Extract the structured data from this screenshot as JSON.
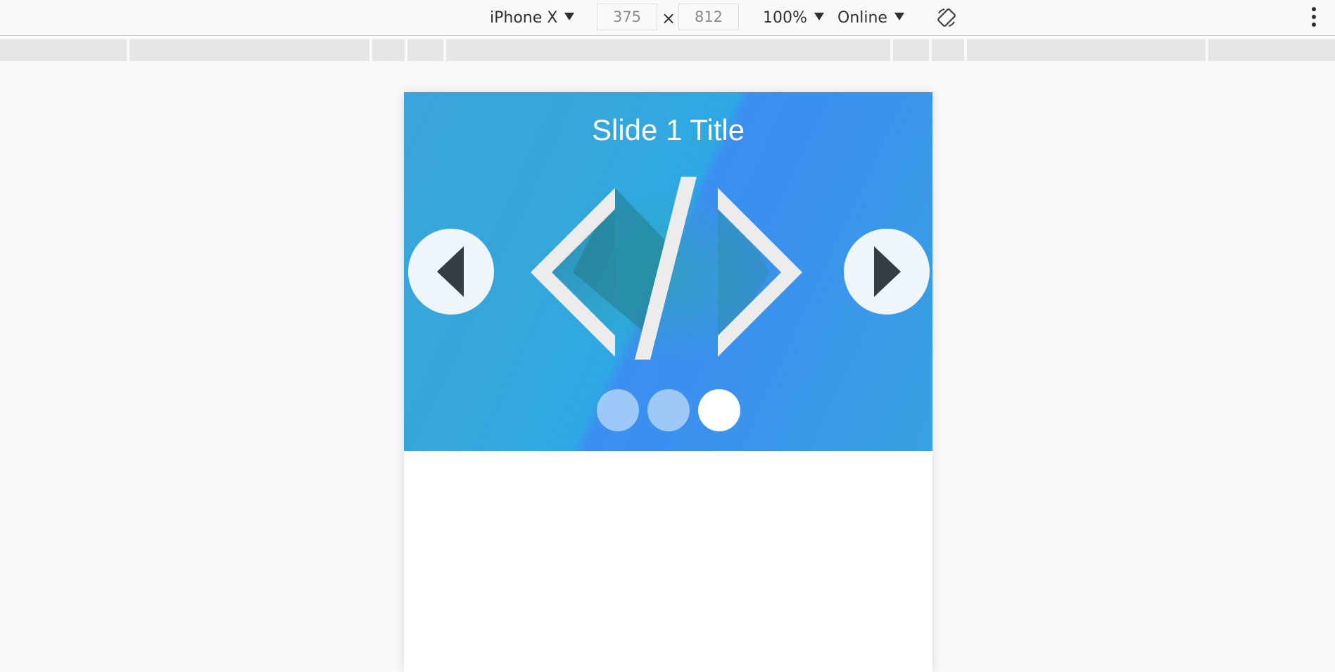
{
  "toolbar": {
    "device": "iPhone X",
    "width_value": "375",
    "height_value": "812",
    "dimension_separator": "×",
    "zoom": "100%",
    "network": "Online",
    "rotate_icon": "rotate-device-icon",
    "menu_icon": "more-vert-icon"
  },
  "slider": {
    "title": "Slide 1 Title",
    "image_icon": "code-icon",
    "prev_icon": "triangle-left-icon",
    "next_icon": "triangle-right-icon",
    "slides_count": 3,
    "active_slide_index": 2,
    "colors": {
      "background_primary": "#3aa4dc",
      "background_secondary": "#3b8ff0",
      "arrow_button": "#eef5fb",
      "arrow_glyph": "#363d42",
      "dot_active": "#ffffff"
    }
  }
}
